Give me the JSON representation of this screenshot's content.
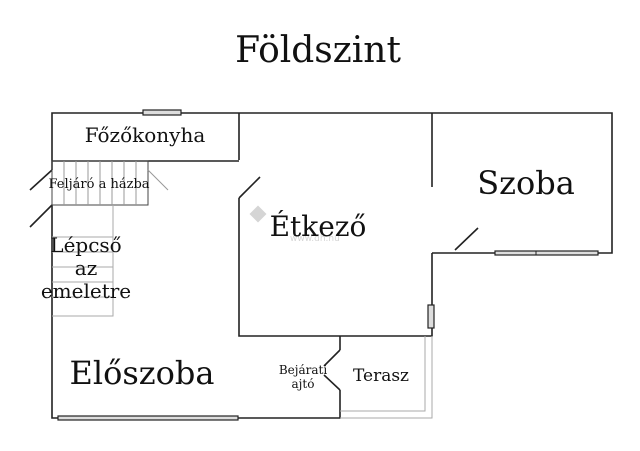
{
  "title": "Földszint",
  "rooms": {
    "kitchen": "Főzőkonyha",
    "stairs_up": "Feljáró a házba",
    "staircase": [
      "Lépcső",
      "az",
      "emeletre"
    ],
    "dining": "Étkező",
    "room": "Szoba",
    "hall": "Előszoba",
    "entrance": [
      "Bejárati",
      "ajtó"
    ],
    "terrace": "Terasz"
  },
  "watermark": "www.dh.hu"
}
